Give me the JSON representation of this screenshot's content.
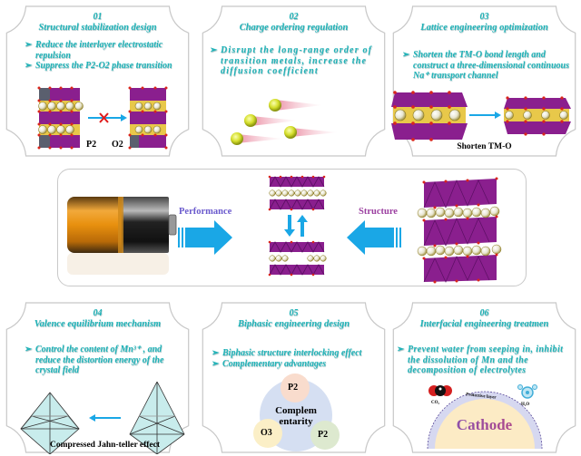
{
  "panels": [
    {
      "number": "01",
      "title": "Structural stabilization design",
      "bullets": [
        "Reduce the interlayer electrostatic repulsion",
        "Suppress the P2-O2 phase transition"
      ],
      "labels": [
        "P2",
        "O2"
      ]
    },
    {
      "number": "02",
      "title": "Charge ordering regulation",
      "bullets": [
        "Disrupt the long-range order of transition metals, increase the diffusion coefficient"
      ]
    },
    {
      "number": "03",
      "title": "Lattice engineering optimization",
      "bullets": [
        "Shorten the TM-O bond length and construct a three-dimensional continuous Na⁺ transport channel"
      ],
      "caption": "Shorten TM-O"
    },
    {
      "number": "04",
      "title": "Valence equilibrium mechanism",
      "bullets": [
        "Control the content of Mn³⁺ , and reduce the distortion energy of the crystal field"
      ],
      "caption": "Compressed Jahn-teller effect"
    },
    {
      "number": "05",
      "title": "Biphasic engineering design",
      "bullets": [
        "Biphasic structure interlocking effect",
        "Complementary advantages"
      ],
      "venn": {
        "center": "Complem entarity",
        "center_line1": "Complem",
        "center_line2": "entarity",
        "top": "P2",
        "left": "O3",
        "right": "P2"
      }
    },
    {
      "number": "06",
      "title": "Interfacial engineering treatmen",
      "bullets": [
        "Prevent water from seeping in, inhibit the dissolution of Mn and the decomposition of electrolytes"
      ],
      "cathode": "Cathode",
      "layer": "Protective layer",
      "mol_left": "CO₂",
      "mol_right": "H₂O"
    }
  ],
  "center": {
    "left_label": "Performance",
    "right_label": "Structure"
  },
  "colors": {
    "text_teal": "#1fb3b8",
    "arrow_blue": "#1aa7e6",
    "tm_purple": "#8a1f8e",
    "na_yellow": "#e8c84a",
    "oxygen_red": "#d9261c",
    "perf_label": "#6a5acd",
    "struct_label": "#9b3fa0"
  }
}
